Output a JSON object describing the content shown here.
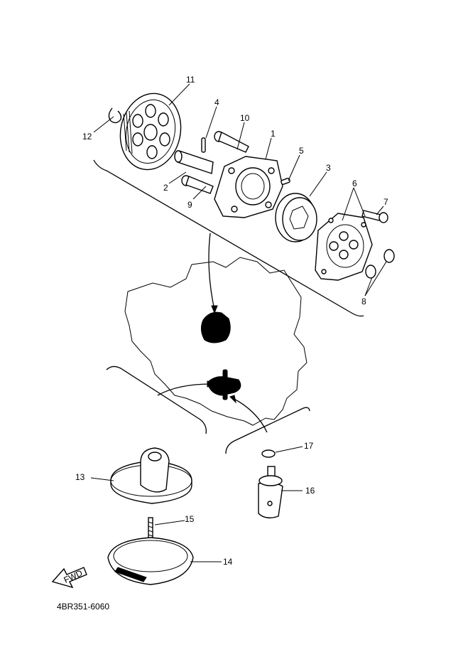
{
  "callouts": [
    {
      "id": "1",
      "label": "1"
    },
    {
      "id": "2",
      "label": "2"
    },
    {
      "id": "3",
      "label": "3"
    },
    {
      "id": "4",
      "label": "4"
    },
    {
      "id": "5",
      "label": "5"
    },
    {
      "id": "6",
      "label": "6"
    },
    {
      "id": "7",
      "label": "7"
    },
    {
      "id": "8",
      "label": "8"
    },
    {
      "id": "9",
      "label": "9"
    },
    {
      "id": "10",
      "label": "10"
    },
    {
      "id": "11",
      "label": "11"
    },
    {
      "id": "12",
      "label": "12"
    },
    {
      "id": "13",
      "label": "13"
    },
    {
      "id": "14",
      "label": "14"
    },
    {
      "id": "15",
      "label": "15"
    },
    {
      "id": "16",
      "label": "16"
    },
    {
      "id": "17",
      "label": "17"
    }
  ],
  "fwd_label": "FWD",
  "diagram_code": "4BR351-6060"
}
